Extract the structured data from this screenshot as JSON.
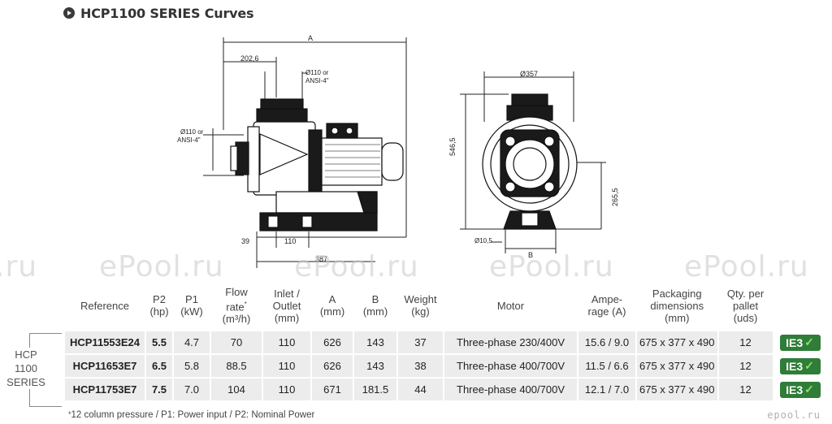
{
  "title": "HCP1100 SERIES Curves",
  "drawing": {
    "dim_A": "A",
    "dim_202_6": "202,6",
    "dim_outlet": "Ø110 or",
    "dim_outlet2": "ANSI-4\"",
    "dim_inlet": "Ø110 or",
    "dim_inlet2": "ANSI-4\"",
    "dim_39": "39",
    "dim_110": "110",
    "dim_387": "387",
    "dim_357": "Ø357",
    "dim_546_5": "546,5",
    "dim_265_5": "265,5",
    "dim_10_5": "Ø10,5",
    "dim_B": "B"
  },
  "watermark_text": "ePool.ru",
  "watermark_left_fragment": ".ru",
  "table": {
    "headers": {
      "reference": "Reference",
      "p2_1": "P2",
      "p2_2": "(hp)",
      "p1_1": "P1",
      "p1_2": "(kW)",
      "flow_1": "Flow",
      "flow_2": "rate",
      "flow_sup": "*",
      "flow_3": "(m³/h)",
      "inlet_1": "Inlet /",
      "inlet_2": "Outlet",
      "inlet_3": "(mm)",
      "a_1": "A",
      "a_2": "(mm)",
      "b_1": "B",
      "b_2": "(mm)",
      "weight_1": "Weight",
      "weight_2": "(kg)",
      "motor": "Motor",
      "amp_1": "Ampe-",
      "amp_2": "rage (A)",
      "pack_1": "Packaging",
      "pack_2": "dimensions",
      "pack_3": "(mm)",
      "qty_1": "Qty. per",
      "qty_2": "pallet",
      "qty_3": "(uds)"
    },
    "rows": [
      {
        "reference": "HCP11553E24",
        "p2": "5.5",
        "p1": "4.7",
        "flow": "70",
        "inlet": "110",
        "a": "626",
        "b": "143",
        "weight": "37",
        "motor": "Three-phase 230/400V",
        "amperage": "15.6 / 9.0",
        "packaging": "675 x 377 x 490",
        "qty": "12",
        "badge": "IE3"
      },
      {
        "reference": "HCP11653E7",
        "p2": "6.5",
        "p1": "5.8",
        "flow": "88.5",
        "inlet": "110",
        "a": "626",
        "b": "143",
        "weight": "38",
        "motor": "Three-phase 400/700V",
        "amperage": "11.5 / 6.6",
        "packaging": "675 x 377 x 490",
        "qty": "12",
        "badge": "IE3"
      },
      {
        "reference": "HCP11753E7",
        "p2": "7.5",
        "p1": "7.0",
        "flow": "104",
        "inlet": "110",
        "a": "671",
        "b": "181.5",
        "weight": "44",
        "motor": "Three-phase 400/700V",
        "amperage": "12.1 / 7.0",
        "packaging": "675 x 377 x 490",
        "qty": "12",
        "badge": "IE3"
      }
    ]
  },
  "series_label": {
    "line1": "HCP",
    "line2": "1100",
    "line3": "SERIES"
  },
  "footnote": {
    "star": "*",
    "text": "12 column pressure / P1: Power input / P2: Nominal Power"
  },
  "brand": "epool.ru",
  "colors": {
    "badge_bg": "#2f7d38",
    "badge_check": "#8ae06a",
    "cell_bg": "#ececec"
  }
}
